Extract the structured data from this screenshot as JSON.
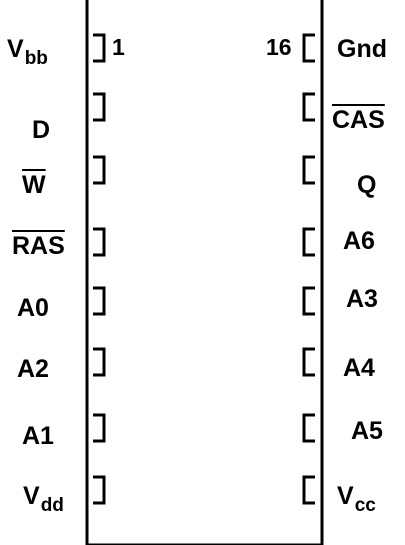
{
  "left_pins": [
    {
      "main": "V",
      "sub": "bb",
      "overline": false
    },
    {
      "main": "D",
      "sub": "",
      "overline": false
    },
    {
      "main": "W",
      "sub": "",
      "overline": true
    },
    {
      "main": "RAS",
      "sub": "",
      "overline": true
    },
    {
      "main": "A0",
      "sub": "",
      "overline": false
    },
    {
      "main": "A2",
      "sub": "",
      "overline": false
    },
    {
      "main": "A1",
      "sub": "",
      "overline": false
    },
    {
      "main": "V",
      "sub": "dd",
      "overline": false
    }
  ],
  "right_pins": [
    {
      "main": "Gnd",
      "sub": "",
      "overline": false
    },
    {
      "main": "CAS",
      "sub": "",
      "overline": true
    },
    {
      "main": "Q",
      "sub": "",
      "overline": false
    },
    {
      "main": "A6",
      "sub": "",
      "overline": false
    },
    {
      "main": "A3",
      "sub": "",
      "overline": false
    },
    {
      "main": "A4",
      "sub": "",
      "overline": false
    },
    {
      "main": "A5",
      "sub": "",
      "overline": false
    },
    {
      "main": "V",
      "sub": "cc",
      "overline": false
    }
  ],
  "pin_numbers": {
    "first": "1",
    "last": "16"
  }
}
